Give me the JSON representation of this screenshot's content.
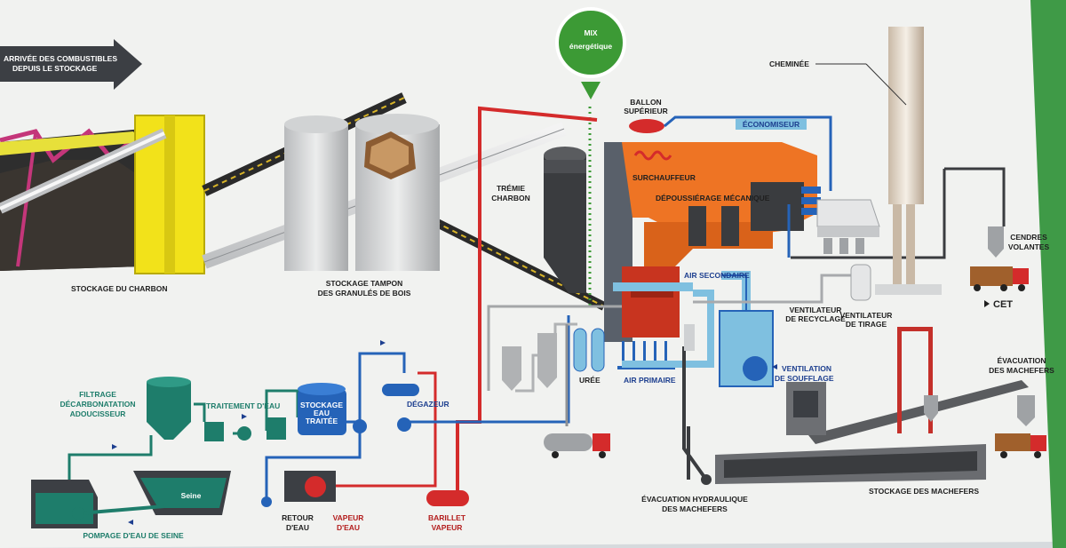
{
  "colors": {
    "background": "#f1f2f0",
    "steam_red": "#d42b2b",
    "water_blue": "#2563b8",
    "boiler_orange": "#ee7424",
    "mix_green": "#3c9a35",
    "dust_grey": "#6d6f73",
    "bin_yellow": "#f2e21a"
  },
  "header": {
    "arrow_line1": "ARRIVÉE DES COMBUSTIBLES",
    "arrow_line2": "DEPUIS LE STOCKAGE"
  },
  "mix": {
    "line1": "MIX",
    "line2": "énergétique"
  },
  "storage": {
    "coal": "STOCKAGE DU CHARBON",
    "wood_line1": "STOCKAGE TAMPON",
    "wood_line2": "DES GRANULÉS DE BOIS",
    "hopper_line1": "TRÉMIE",
    "hopper_line2": "CHARBON"
  },
  "boiler": {
    "drum_line1": "BALLON",
    "drum_line2": "SUPÉRIEUR",
    "economiser": "ÉCONOMISEUR",
    "superheater": "SURCHAUFFEUR",
    "dedusting": "DÉPOUSSIÉRAGE MÉCANIQUE",
    "secondary_air": "AIR SECONDAIRE",
    "primary_air": "AIR PRIMAIRE",
    "urea": "URÉE"
  },
  "stack": {
    "chimney": "CHEMINÉE",
    "fly_ash_line1": "CENDRES",
    "fly_ash_line2": "VOLANTES",
    "cet": "CET",
    "recycle_fan_line1": "VENTILATEUR",
    "recycle_fan_line2": "DE RECYCLAGE",
    "draft_fan_line1": "VENTILATEUR",
    "draft_fan_line2": "DE TIRAGE"
  },
  "air": {
    "blower_line1": "VENTILATION",
    "blower_line2": "DE SOUFFLAGE"
  },
  "water": {
    "filtering_line1": "FILTRAGE",
    "filtering_line2": "DÉCARBONATATION",
    "filtering_line3": "ADOUCISSEUR",
    "treatment": "TRAITEMENT D'EAU",
    "treated_line1": "STOCKAGE",
    "treated_line2": "EAU",
    "treated_line3": "TRAITÉE",
    "degasser": "DÉGAZEUR",
    "river": "Seine",
    "pumping": "POMPAGE D'EAU DE SEINE",
    "return_line1": "RETOUR",
    "return_line2": "D'EAU",
    "steam_line1": "VAPEUR",
    "steam_line2": "D'EAU",
    "header_line1": "BARILLET",
    "header_line2": "VAPEUR"
  },
  "ash": {
    "hydraulic_line1": "ÉVACUATION HYDRAULIQUE",
    "hydraulic_line2": "DES MACHEFERS",
    "storage": "STOCKAGE DES MACHEFERS",
    "evac_line1": "ÉVACUATION",
    "evac_line2": "DES MACHEFERS"
  }
}
